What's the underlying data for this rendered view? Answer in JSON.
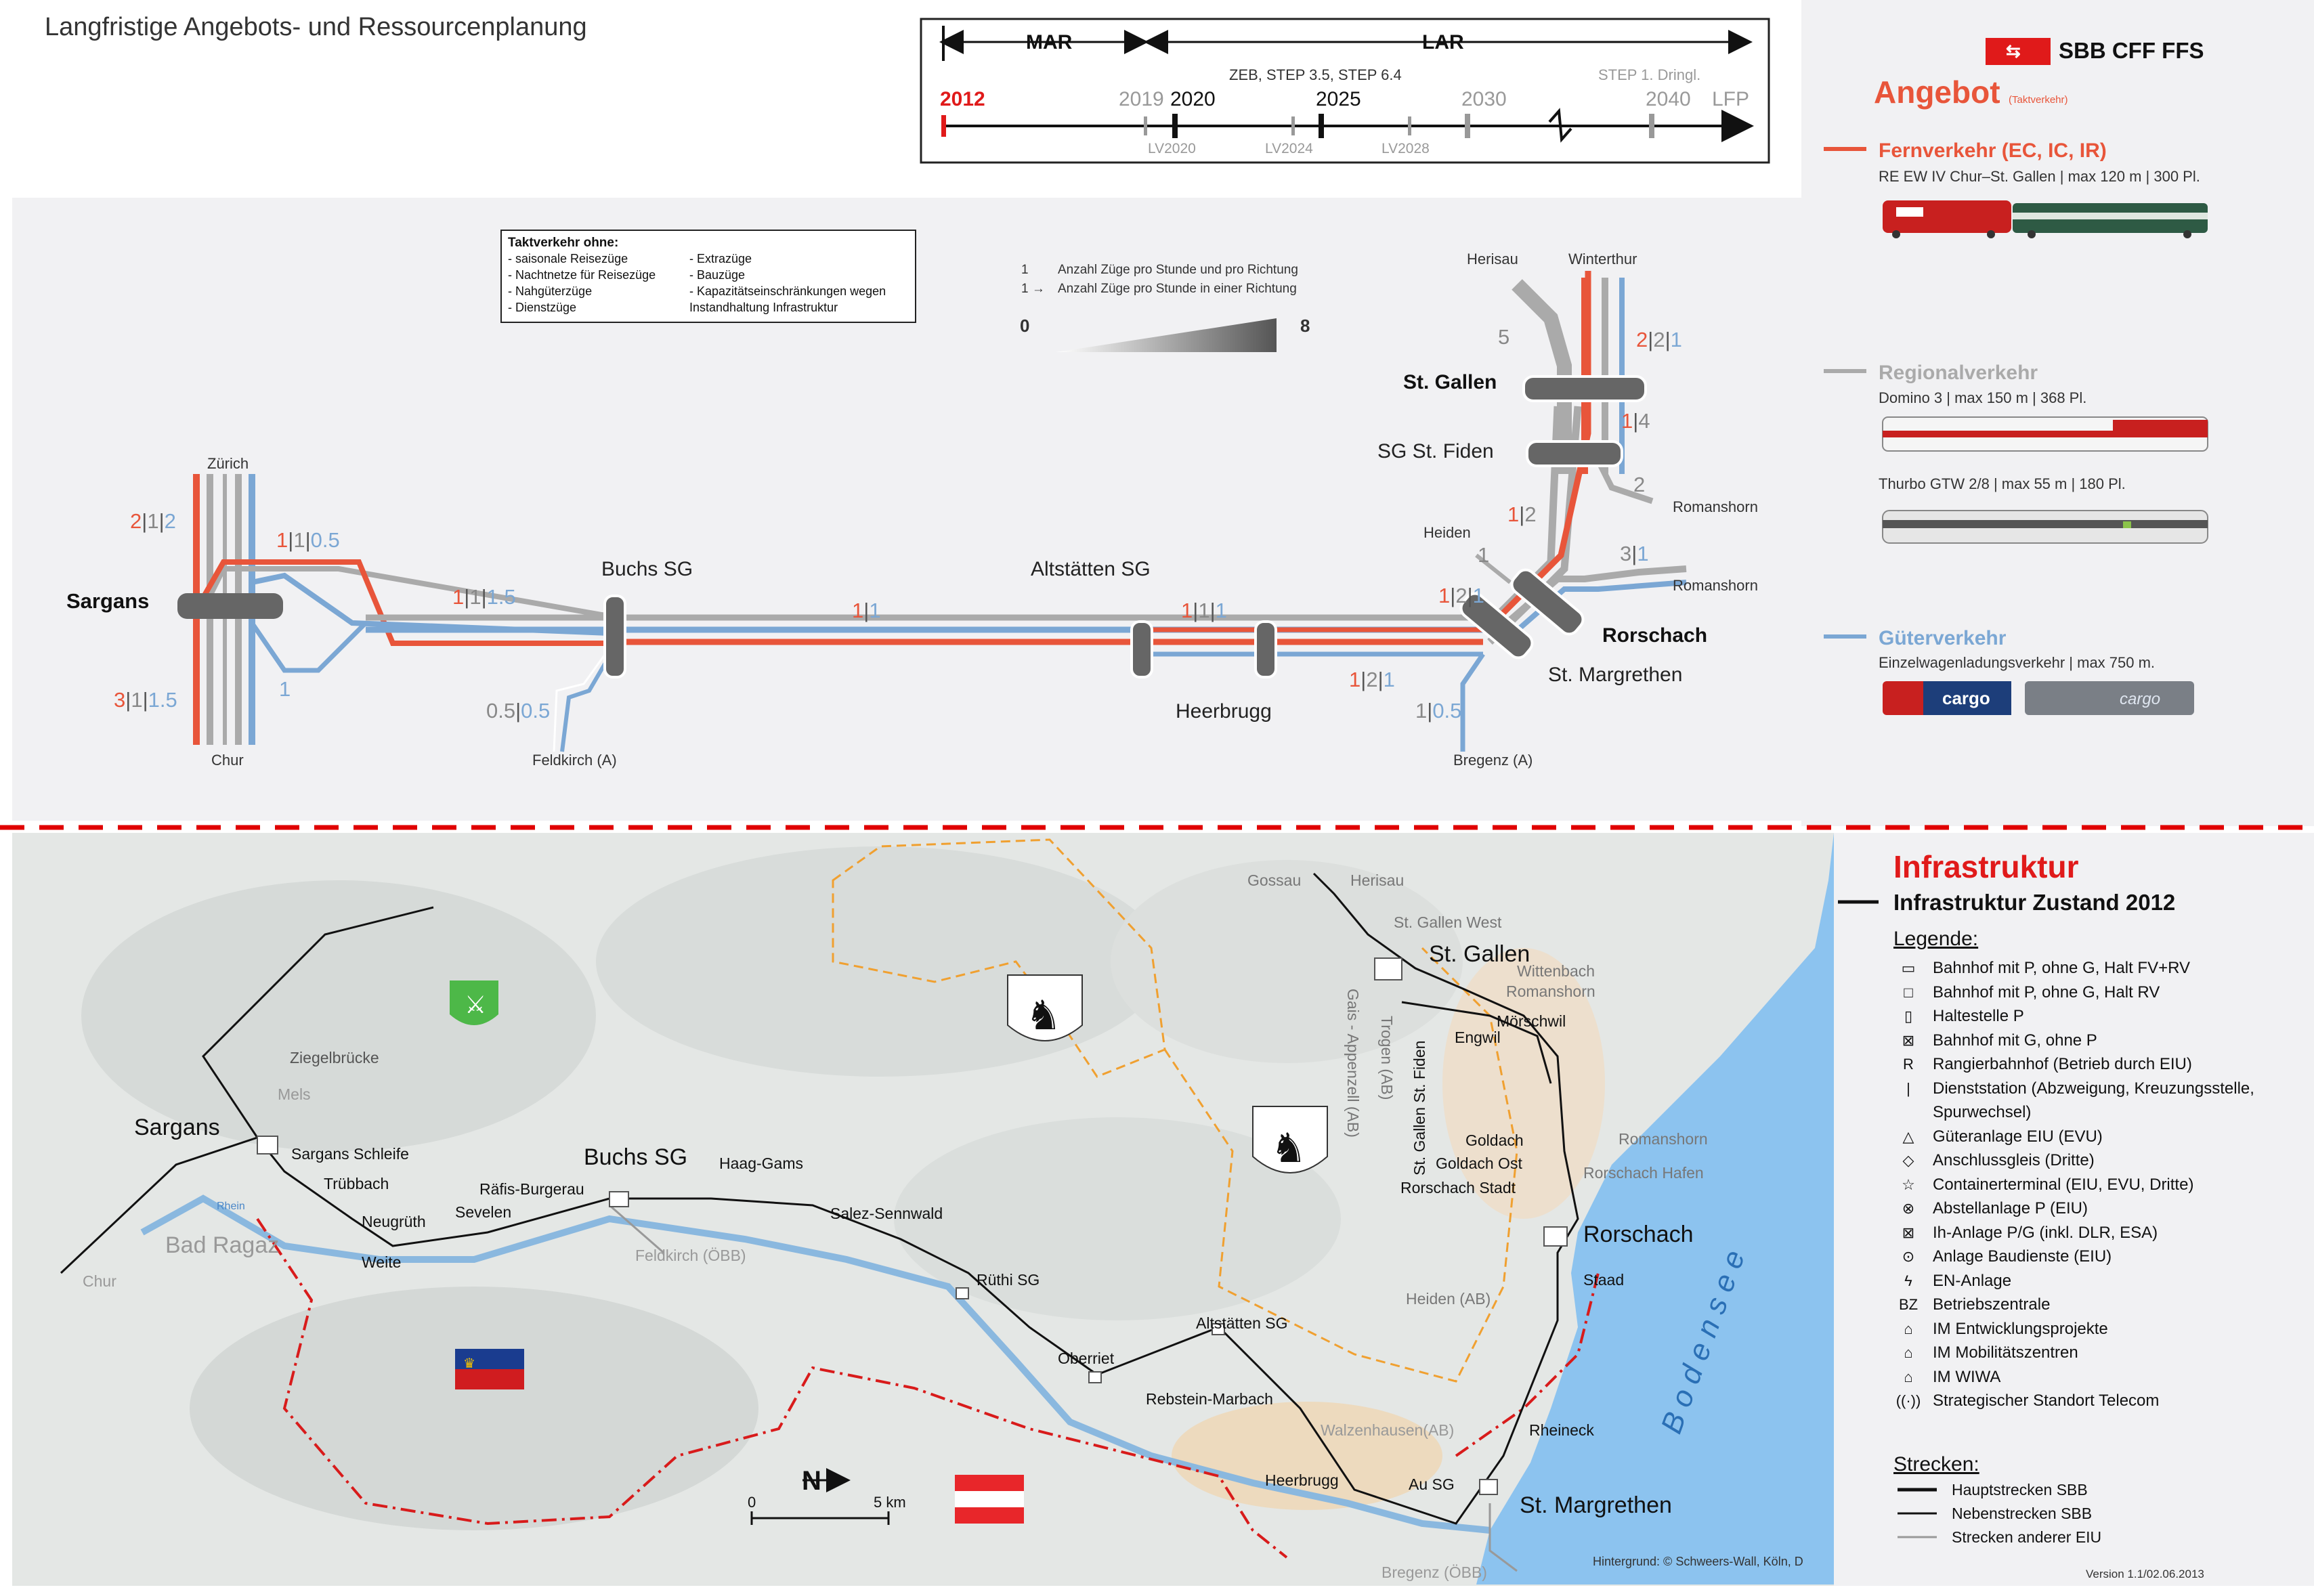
{
  "header": {
    "title": "Langfristige Angebots- und Ressourcenplanung",
    "brand": "SBB CFF FFS"
  },
  "timeline": {
    "mar": "MAR",
    "lar": "LAR",
    "zeb_note": "ZEB, STEP 3.5, STEP 6.4",
    "step_note": "STEP 1. Dringl.",
    "years": {
      "y2012": "2012",
      "y2019": "2019",
      "y2020": "2020",
      "y2025": "2025",
      "y2030": "2030",
      "y2040": "2040",
      "lfp": "LFP"
    },
    "lv": {
      "lv2020": "LV2020",
      "lv2024": "LV2024",
      "lv2028": "LV2028"
    }
  },
  "angebot": {
    "title": "Angebot",
    "subtitle": "(Taktverkehr)",
    "fern": {
      "name": "Fernverkehr (EC, IC, IR)",
      "detail": "RE EW IV Chur–St. Gallen | max 120 m | 300 Pl.",
      "color": "#e8553a"
    },
    "regio": {
      "name": "Regionalverkehr",
      "detail1": "Domino 3 | max 150 m | 368 Pl.",
      "detail2": "Thurbo GTW 2/8 | max 55 m | 180 Pl.",
      "color": "#aaaaaa"
    },
    "gueter": {
      "name": "Güterverkehr",
      "detail": "Einzelwagenladungsverkehr | max 750 m.",
      "color": "#7ba7d4",
      "cargo": "cargo"
    }
  },
  "takt_box": {
    "title": "Taktverkehr ohne:",
    "left": [
      "- saisonale Reisezüge",
      "- Nachtnetze für Reisezüge",
      "- Nahgüterzüge",
      "- Dienstzüge"
    ],
    "right": [
      "- Extrazüge",
      "- Bauzüge",
      "- Kapazitätseinschränkungen wegen",
      "  Instandhaltung Infrastruktur"
    ]
  },
  "key": {
    "one": "1",
    "one_arrow": "1 →",
    "line1": "Anzahl Züge pro Stunde und pro Richtung",
    "line2": "Anzahl Züge pro Stunde in einer Richtung",
    "min": "0",
    "max": "8"
  },
  "schematic": {
    "stations": {
      "sargans": "Sargans",
      "buchs": "Buchs SG",
      "altstaetten": "Altstätten SG",
      "heerbrugg": "Heerbrugg",
      "rorschach": "Rorschach",
      "st_margrethen": "St. Margrethen",
      "sg_st_fiden": "SG St. Fiden",
      "st_gallen": "St. Gallen"
    },
    "ends": {
      "zuerich": "Zürich",
      "chur": "Chur",
      "feldkirch": "Feldkirch (A)",
      "bregenz": "Bregenz (A)",
      "heiden": "Heiden",
      "romanshorn1": "Romanshorn",
      "romanshorn2": "Romanshorn",
      "herisau": "Herisau",
      "winterthur": "Winterthur"
    },
    "sep": "|",
    "freq": {
      "sargans_n": [
        "2",
        "1",
        "2"
      ],
      "sargans_s": [
        "3",
        "1",
        "1.5"
      ],
      "sargans_e_top": [
        "1",
        "1",
        "0.5"
      ],
      "sargans_e_bot": "1",
      "buchs_w": [
        "1",
        "1",
        "1.5"
      ],
      "feldkirch": [
        "0.5",
        "0.5"
      ],
      "buchs_alt": [
        "1",
        "1"
      ],
      "alt_heer": [
        "1",
        "1",
        "1"
      ],
      "heer_stm": [
        "1",
        "2",
        "1"
      ],
      "bregenz": [
        "1",
        "0.5"
      ],
      "stm_ror": [
        "1",
        "2",
        "1"
      ],
      "heiden": "1",
      "ror_fiden": [
        "1",
        "2"
      ],
      "romanshorn1": [
        "3",
        "1"
      ],
      "romanshorn2": "2",
      "fiden_gallen": [
        "1",
        "4"
      ],
      "herisau": "5",
      "winterthur": [
        "2",
        "2",
        "1"
      ]
    }
  },
  "infrastruktur": {
    "title": "Infrastruktur",
    "subtitle": "Infrastruktur Zustand 2012",
    "legende": "Legende:",
    "items": [
      {
        "sym": "▭",
        "label": "Bahnhof mit P, ohne G, Halt FV+RV"
      },
      {
        "sym": "□",
        "label": "Bahnhof mit P, ohne G, Halt RV"
      },
      {
        "sym": "▯",
        "label": "Haltestelle P"
      },
      {
        "sym": "⊠",
        "label": "Bahnhof mit G, ohne P"
      },
      {
        "sym": "R",
        "label": "Rangierbahnhof (Betrieb durch EIU)"
      },
      {
        "sym": "|",
        "label": "Dienststation (Abzweigung, Kreuzungsstelle,"
      },
      {
        "sym": "",
        "label": "Spurwechsel)"
      },
      {
        "sym": "△",
        "label": "Güteranlage EIU (EVU)"
      },
      {
        "sym": "◇",
        "label": "Anschlussgleis (Dritte)"
      },
      {
        "sym": "☆",
        "label": "Containerterminal (EIU, EVU, Dritte)"
      },
      {
        "sym": "⊗",
        "label": "Abstellanlage P (EIU)"
      },
      {
        "sym": "⊠",
        "label": "Ih-Anlage P/G (inkl. DLR, ESA)"
      },
      {
        "sym": "⊙",
        "label": "Anlage Baudienste (EIU)"
      },
      {
        "sym": "ϟ",
        "label": "EN-Anlage"
      },
      {
        "sym": "BZ",
        "label": "Betriebszentrale"
      },
      {
        "sym": "⌂",
        "label": "IM Entwicklungsprojekte"
      },
      {
        "sym": "⌂",
        "label": "IM Mobilitätszentren"
      },
      {
        "sym": "⌂",
        "label": "IM WIWA"
      },
      {
        "sym": "((·))",
        "label": "Strategischer Standort Telecom"
      }
    ],
    "strecken": "Strecken:",
    "lines": [
      {
        "label": "Hauptstrecken SBB"
      },
      {
        "label": "Nebenstrecken SBB"
      },
      {
        "label": "Strecken anderer EIU"
      }
    ],
    "version": "Version 1.1/02.06.2013"
  },
  "map": {
    "places": {
      "sargans": "Sargans",
      "bad_ragaz": "Bad Ragaz",
      "chur": "Chur",
      "ziegelbruecke": "Ziegelbrücke",
      "mels": "Mels",
      "sargans_schleife": "Sargans Schleife",
      "truebbach": "Trübbach",
      "neugrueth": "Neugrüth",
      "weite": "Weite",
      "sevelen": "Sevelen",
      "raefis": "Räfis-Burgerau",
      "buchs": "Buchs SG",
      "haag": "Haag-Gams",
      "feldkirch": "Feldkirch (ÖBB)",
      "salez": "Salez-Sennwald",
      "ruethi": "Rüthi SG",
      "oberriet": "Oberriet",
      "altstaetten": "Altstätten SG",
      "rebstein": "Rebstein-Marbach",
      "heerbrugg": "Heerbrugg",
      "au": "Au SG",
      "walzenhausen": "Walzenhausen(AB)",
      "bregenz": "Bregenz (ÖBB)",
      "st_margrethen": "St. Margrethen",
      "rheineck": "Rheineck",
      "staad": "Staad",
      "rorschach": "Rorschach",
      "rorschach_hafen": "Rorschach Hafen",
      "romanshorn": "Romanshorn",
      "rorschach_stadt": "Rorschach Stadt",
      "goldach_ost": "Goldach Ost",
      "goldach": "Goldach",
      "heiden": "Heiden (AB)",
      "moerschwil": "Mörschwil",
      "engwil": "Engwil",
      "wittenbach": "Wittenbach",
      "romanshorn2": "Romanshorn",
      "st_gallen": "St. Gallen",
      "st_gallen_west": "St. Gallen West",
      "gossau": "Gossau",
      "herisau": "Herisau",
      "gais": "Gais - Appenzell (AB)",
      "trogen": "Trogen (AB)",
      "sg_st_fiden": "St. Gallen St. Fiden",
      "bodensee": "B o d e n s e e",
      "rhein": "Rhein"
    },
    "scale_0": "0",
    "scale_5": "5 km",
    "north": "N",
    "credit": "Hintergrund: © Schweers-Wall, Köln, D"
  }
}
